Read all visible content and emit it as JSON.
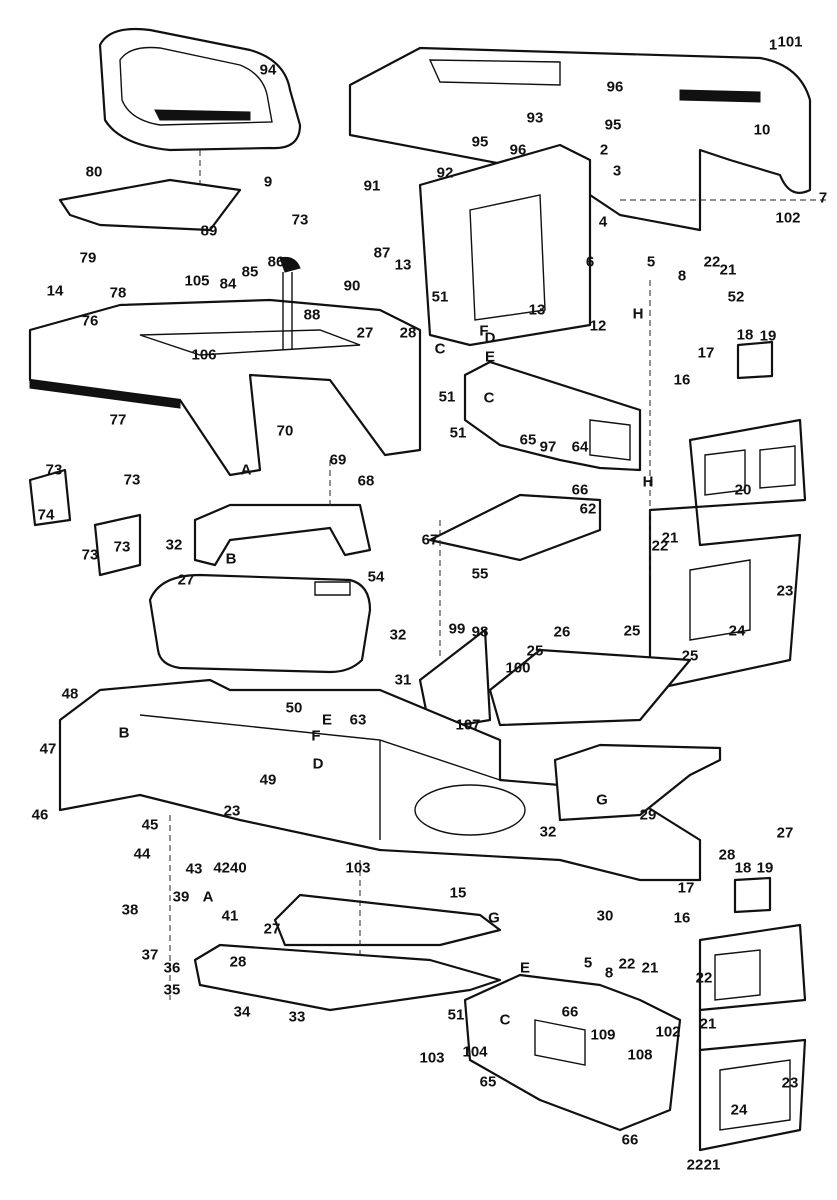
{
  "diagram": {
    "type": "exploded parts diagram",
    "callouts": [
      "94",
      "1",
      "101",
      "10",
      "96",
      "93",
      "95",
      "95",
      "96",
      "2",
      "3",
      "9",
      "92",
      "91",
      "73",
      "87",
      "4",
      "6",
      "5",
      "8",
      "22",
      "21",
      "52",
      "102",
      "7",
      "80",
      "79",
      "89",
      "78",
      "105",
      "84",
      "85",
      "86",
      "13",
      "90",
      "51",
      "13",
      "14",
      "76",
      "106",
      "88",
      "27",
      "28",
      "F",
      "D",
      "12",
      "C",
      "E",
      "H",
      "18",
      "19",
      "17",
      "16",
      "51",
      "C",
      "51",
      "77",
      "70",
      "65",
      "97",
      "64",
      "69",
      "66",
      "H",
      "20",
      "A",
      "73",
      "73",
      "74",
      "73",
      "73",
      "68",
      "62",
      "67",
      "55",
      "32",
      "27",
      "B",
      "22",
      "21",
      "23",
      "24",
      "54",
      "26",
      "25",
      "25",
      "25",
      "32",
      "99",
      "98",
      "100",
      "31",
      "107",
      "63",
      "48",
      "50",
      "E",
      "F",
      "B",
      "D",
      "49",
      "47",
      "46",
      "23",
      "45",
      "44",
      "43",
      "4240",
      "41",
      "G",
      "29",
      "32",
      "27",
      "28",
      "103",
      "39",
      "38",
      "A",
      "15",
      "G",
      "30",
      "17",
      "18",
      "19",
      "16",
      "37",
      "27",
      "28",
      "36",
      "35",
      "34",
      "33",
      "E",
      "5",
      "8",
      "22",
      "21",
      "22",
      "21",
      "51",
      "C",
      "66",
      "102",
      "103",
      "104",
      "109",
      "108",
      "65",
      "23",
      "24",
      "66",
      "22",
      "21"
    ]
  }
}
